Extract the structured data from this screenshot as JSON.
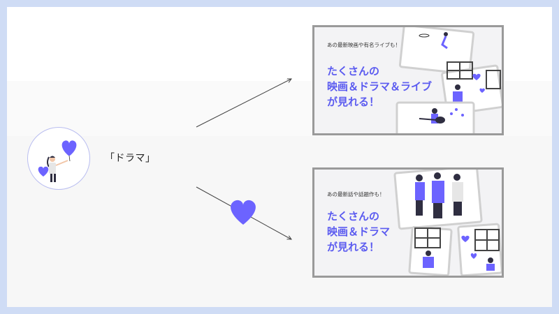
{
  "label": "「ドラマ」",
  "cards": [
    {
      "small": "あの最新映画や有名ライブも！",
      "big_lines": [
        "たくさんの",
        "映画＆ドラマ＆ライブ",
        "が見れる！"
      ]
    },
    {
      "small": "あの最新話や話題作も！",
      "big_lines": [
        "たくさんの",
        "映画＆ドラマ",
        "が見れる！"
      ]
    }
  ],
  "colors": {
    "accent": "#5b5bf0",
    "frame": "#9a9a9a",
    "background": "#cfdcf5"
  },
  "icons": [
    "heart-icon",
    "person-with-heart-balloon-icon"
  ]
}
